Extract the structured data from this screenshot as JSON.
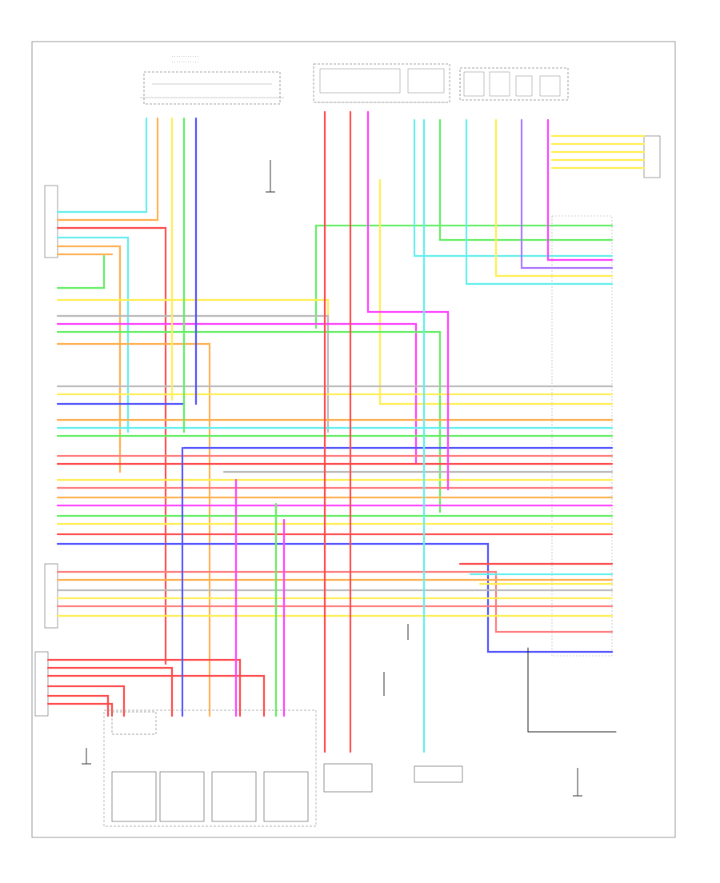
{
  "diagram": {
    "page_tag": "",
    "colors": {
      "red": "#ff4d4d",
      "pink": "#ff7f7f",
      "magenta": "#ff44ff",
      "orange": "#ffb050",
      "yellow": "#ffee55",
      "green": "#66ee66",
      "cyan": "#66eeee",
      "blue": "#5555ff",
      "violet": "#aa77ff",
      "gray": "#bbbbbb",
      "black": "#222222"
    },
    "components": [
      {
        "id": "transmission-switch",
        "label": ""
      },
      {
        "id": "sensor-block",
        "label": ""
      },
      {
        "id": "right-sensor-block",
        "label": ""
      },
      {
        "id": "right-connector",
        "label": ""
      },
      {
        "id": "left-connector",
        "label": ""
      },
      {
        "id": "ecm-connector",
        "label": ""
      },
      {
        "id": "ground-connector",
        "label": ""
      },
      {
        "id": "injector-1",
        "label": ""
      },
      {
        "id": "injector-2",
        "label": ""
      },
      {
        "id": "injector-3",
        "label": ""
      },
      {
        "id": "injector-4",
        "label": ""
      },
      {
        "id": "sensor-module-a",
        "label": ""
      },
      {
        "id": "sensor-module-b",
        "label": ""
      }
    ]
  }
}
